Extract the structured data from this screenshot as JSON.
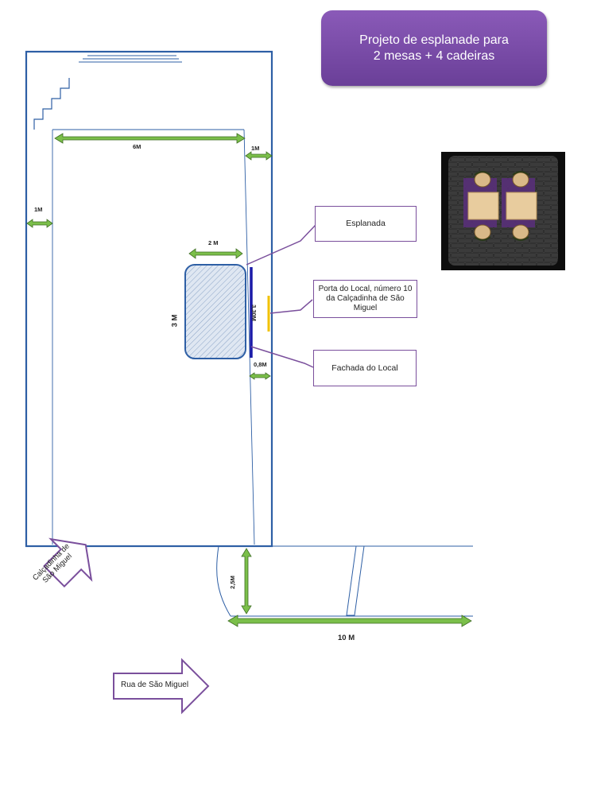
{
  "title": {
    "line1": "Projeto de esplanade para",
    "line2": "2 mesas + 4 cadeiras"
  },
  "callouts": {
    "esplanada": "Esplanada",
    "porta": "Porta do Local, número 10 da Calçadinha de São Miguel",
    "fachada": "Fachada do Local"
  },
  "dimensions": {
    "width_6m": "6M",
    "side_1m_right": "1M",
    "side_1m_left": "1M",
    "terrace_width": "2 M",
    "terrace_depth": "3 M",
    "facade_length": "3,30M",
    "gap": "0,8M",
    "street_width": "2,5M",
    "street_length": "10 M"
  },
  "streets": {
    "calcadinha": {
      "line1": "Calçadinha de",
      "line2": "São Miguel"
    },
    "rua": "Rua de São Miguel"
  },
  "colors": {
    "purple": "#7a4f9c",
    "arrow_green": "#7bbf4a",
    "outline_blue": "#2e5fa5",
    "facade_blue": "#1a1aa8",
    "door_yellow": "#f2c200"
  },
  "icons": {
    "furniture": "tables-and-chairs-photo"
  }
}
